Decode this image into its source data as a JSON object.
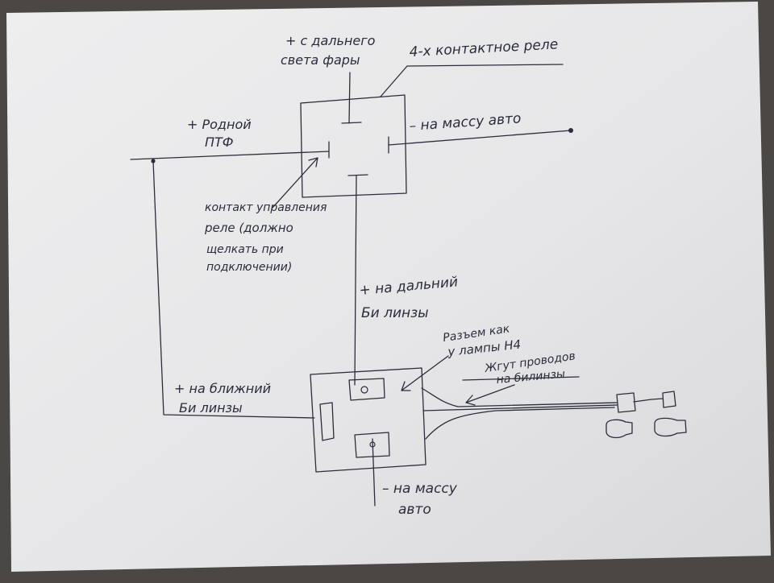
{
  "labels": {
    "high_beam_plus": [
      "+ с дальнего",
      "света фары"
    ],
    "relay_type": "4-х контактное реле",
    "native_ptf": [
      "+ Родной",
      "ПТФ"
    ],
    "ground_relay": "– на массу авто",
    "relay_control": [
      "контакт управления",
      "реле (должно",
      "щелкать при",
      "подключении)"
    ],
    "high_bilens": [
      "+ на дальний",
      "Би линзы"
    ],
    "connector_h4": [
      "Разъем как",
      "у лампы Н4"
    ],
    "harness": [
      "Жгут проводов",
      "на билинзы"
    ],
    "low_bilens": [
      "+ на ближний",
      "Би линзы"
    ],
    "ground_bottom": [
      "– на массу",
      "авто"
    ]
  },
  "colors": {
    "ink": "#2b2d3a",
    "paper": "#e9e9ea",
    "background": "#4a4744"
  }
}
